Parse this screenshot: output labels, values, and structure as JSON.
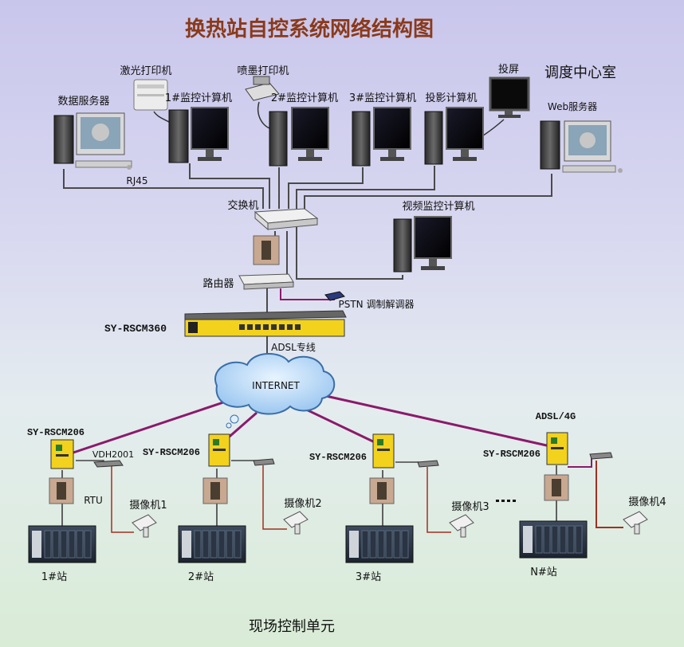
{
  "title": "换热站自控系统网络结构图",
  "control_room": "调度中心室",
  "field_unit": "现场控制单元",
  "central": {
    "data_server": "数据服务器",
    "laser_printer": "激光打印机",
    "inkjet_printer": "喷墨打印机",
    "monitor1": "1#监控计算机",
    "monitor2": "2#监控计算机",
    "monitor3": "3#监控计算机",
    "projection": "投影计算机",
    "screen": "投屏",
    "web_server": "Web服务器",
    "rj45": "RJ45",
    "switch": "交换机",
    "video_monitor": "视频监控计算机",
    "router": "路由器",
    "pstn": "PSTN 调制解调器",
    "gateway": "SY-RSCM360",
    "adsl_line": "ADSL专线",
    "internet": "INTERNET"
  },
  "stations": [
    {
      "device": "SY-RSCM206",
      "extra": "VDH2001",
      "rtu": "RTU",
      "camera": "摄像机1",
      "station": "1#站"
    },
    {
      "device": "SY-RSCM206",
      "camera": "摄像机2",
      "station": "2#站"
    },
    {
      "device": "SY-RSCM206",
      "camera": "摄像机3",
      "station": "3#站"
    },
    {
      "device": "SY-RSCM206",
      "extra": "ADSL/4G",
      "camera": "摄像机4",
      "station": "N#站"
    }
  ],
  "colors": {
    "title": "#8a3a1a",
    "wan_link": "#8b1a6b",
    "camera_link": "#a03020",
    "lan_link": "#444444",
    "rtu_yellow": "#f2d21c"
  }
}
